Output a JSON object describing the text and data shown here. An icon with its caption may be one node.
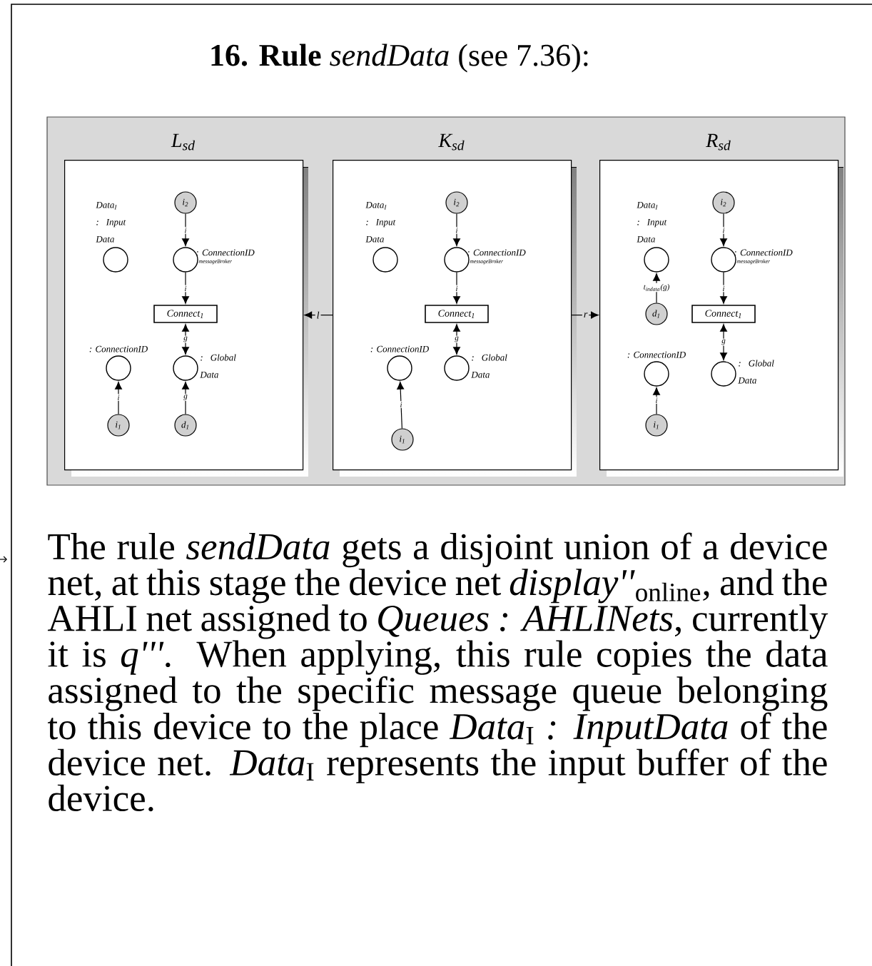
{
  "diagram": {
    "title": "**16. Rule** *sendData* (see 7.36):",
    "nodes": [
      {
        "text": [
          "L$_{sd}$"
        ]
      },
      {
        "text": [
          "Data$_{I}$ : Input Data"
        ],
        "in": 0
      },
      {
        "text": [
          "i$_{2}$"
        ],
        "in": 0
      },
      {
        "text": [
          ": ConnectionID",
          "messageBroker"
        ],
        "in": 0
      },
      {
        "text": [
          "Connect$_{1}$"
        ],
        "in": 0
      },
      {
        "text": [
          ": ConnectionID"
        ],
        "in": 0
      },
      {
        "text": [
          ": Global Data"
        ],
        "in": 0
      },
      {
        "text": [
          "i$_{1}$"
        ],
        "in": 0
      },
      {
        "text": [
          "d$_{1}$"
        ],
        "in": 0
      },
      {
        "text": [
          "K$_{sd}$"
        ]
      },
      {
        "text": [
          "Data$_{I}$ : Input Data"
        ],
        "in": 9
      },
      {
        "text": [
          "i$_{2}$"
        ],
        "in": 9
      },
      {
        "text": [
          ": ConnectionID",
          "messageBroker"
        ],
        "in": 9
      },
      {
        "text": [
          "Connect$_{1}$"
        ],
        "in": 9
      },
      {
        "text": [
          ": ConnectionID"
        ],
        "in": 9
      },
      {
        "text": [
          ": Global Data"
        ],
        "in": 9
      },
      {
        "text": [
          "i$_{1}$"
        ],
        "in": 9
      },
      {
        "text": [
          "R$_{sd}$"
        ]
      },
      {
        "text": [
          "Data$_{I}$ : Input Data"
        ],
        "in": 17
      },
      {
        "text": [
          "i$_{2}$"
        ],
        "in": 17
      },
      {
        "text": [
          ": ConnectionID",
          "messageBroker"
        ],
        "in": 17
      },
      {
        "text": [
          "d$_{1}$"
        ],
        "in": 17
      },
      {
        "text": [
          "Connect$_{1}$"
        ],
        "in": 17
      },
      {
        "text": [
          ": ConnectionID"
        ],
        "in": 17
      },
      {
        "text": [
          ": Global Data"
        ],
        "in": 17
      },
      {
        "text": [
          "i$_{1}$"
        ],
        "in": 17
      }
    ],
    "edges": [
      {
        "from": 2,
        "to": 3,
        "arrow": "to",
        "label": "i"
      },
      {
        "from": 3,
        "to": 4,
        "arrow": "to",
        "label": "i"
      },
      {
        "from": 4,
        "to": 6,
        "arrow": "both",
        "label": "g"
      },
      {
        "from": 7,
        "to": 5,
        "arrow": "to",
        "label": "i"
      },
      {
        "from": 8,
        "to": 6,
        "arrow": "to",
        "label": "g"
      },
      {
        "from": 11,
        "to": 12,
        "arrow": "to",
        "label": "i"
      },
      {
        "from": 12,
        "to": 13,
        "arrow": "to",
        "label": "i"
      },
      {
        "from": 13,
        "to": 15,
        "arrow": "both",
        "label": "g"
      },
      {
        "from": 16,
        "to": 14,
        "arrow": "to",
        "label": "i"
      },
      {
        "from": 19,
        "to": 20,
        "arrow": "to",
        "label": "i"
      },
      {
        "from": 20,
        "to": 22,
        "arrow": "to",
        "label": "i"
      },
      {
        "from": 22,
        "to": 24,
        "arrow": "both",
        "label": "g"
      },
      {
        "from": 21,
        "to": 18,
        "arrow": "to",
        "label": "t$_{indata}$(g)"
      },
      {
        "from": 25,
        "to": 23,
        "arrow": "to",
        "label": "i"
      },
      {
        "from": 9,
        "to": 0,
        "arrow": "to",
        "label": "l"
      },
      {
        "from": 9,
        "to": 17,
        "arrow": "to",
        "label": "r"
      }
    ],
    "caption": "The rule *sendData* gets a disjoint union of a device net, at this stage the device net *display''*$_{online}$, and the AHLI net assigned to *Queues : AHLINets*, currently it is *q'''*. When applying, this rule copies the data assigned to the specific message queue belonging to this device to the place *Data*$_{I}$ *: InputData* of the device net. *Data*$_{I}$ represents the input buffer of the device."
  }
}
